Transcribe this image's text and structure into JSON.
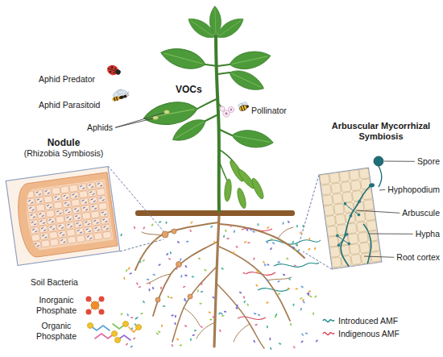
{
  "diagram": {
    "nodes": [
      {
        "text": [
          "Nodule",
          "(Rhizobia Symbiosis)"
        ]
      },
      {
        "text": [
          "Arbuscular Mycorrhizal Symbiosis"
        ]
      }
    ],
    "labels": [
      "Aphid Predator",
      "Aphid Parasitoid",
      "Aphids",
      "VOCs",
      "Pollinator",
      "Spore",
      "Hyphopodium",
      "Arbuscule",
      "Hypha",
      "Root cortex",
      "Soil Bacteria",
      "Inorganic Phosphate",
      "Organic Phosphate"
    ],
    "legend": [
      {
        "text": "Introduced AMF"
      },
      {
        "text": "Indigenous AMF"
      }
    ]
  }
}
